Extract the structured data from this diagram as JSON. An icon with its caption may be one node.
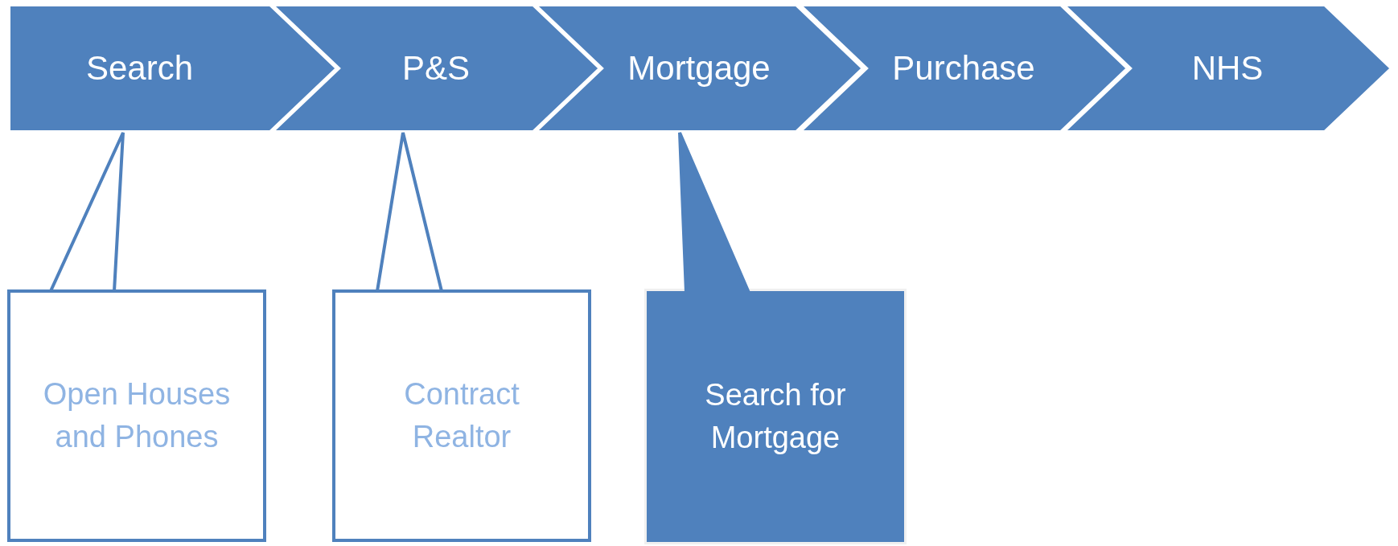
{
  "diagram": {
    "nodes": [
      {
        "text": [
          "Search"
        ]
      },
      {
        "text": [
          "P&S"
        ]
      },
      {
        "text": [
          "Mortgage"
        ]
      },
      {
        "text": [
          "Purchase"
        ]
      },
      {
        "text": [
          "NHS"
        ]
      },
      {
        "text": [
          "Open Houses and Phones"
        ]
      },
      {
        "text": [
          "Contract Realtor"
        ]
      },
      {
        "text": [
          "Search for Mortgage"
        ]
      }
    ],
    "edges": [
      {
        "from": 5,
        "to": 0,
        "arrow": "none"
      },
      {
        "from": 6,
        "to": 1,
        "arrow": "none"
      },
      {
        "from": 7,
        "to": 2,
        "arrow": "none"
      }
    ]
  }
}
